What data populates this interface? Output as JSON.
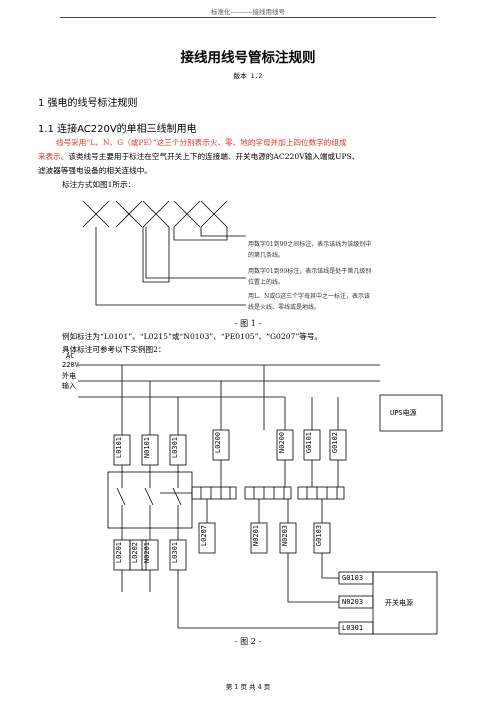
{
  "header": {
    "text": "标准化----------接线用线号"
  },
  "title": "接线用线号管标注规则",
  "version": "版本 1.2",
  "section1": "1  强电的线号标注规则",
  "section11": "1.1  连接AC220V的单相三线制用电",
  "paragraph": {
    "line1_red": "线号采用“L、N、G（或PE）”这三个分别表示火、零、地的字母并加上四位数字的组成",
    "line2_red": "来表示。",
    "line2_rest": "该类线号主要用于标注在空气开关上下的连接端、开关电源的AC220V输入端或UPS、",
    "line3": "滤波器等强电设备的相关连线中。",
    "line4": "标注方式如图1所示："
  },
  "fig1": {
    "note1a": "用数字01到99之间标注，表示该线为该级别中",
    "note1b": "的第几条线。",
    "note2a": "用数字01到99标注，表示该线是处于第几级别",
    "note2b": "位置上的线。",
    "note3a": "用L、N或G这三个字母其中之一标注，表示该",
    "note3b": "线是火线、零线或是地线。",
    "caption": "- 图 1 -"
  },
  "example": {
    "line1": "例如标注为“L0101”、“L0215”或“N0103”、“PE0105”、“G0207”等号。",
    "line2": "具体标注可参考以下实例图2："
  },
  "fig2": {
    "ac_label": "AC",
    "v_label": "220V",
    "ext_label": "外电",
    "input_label": "输入",
    "top_tags": [
      "L0101",
      "N0101",
      "L0301",
      "L0200",
      "N0200",
      "G0101",
      "G0102"
    ],
    "bottom_tags": [
      "L0201",
      "L0202",
      "N0201",
      "L0301",
      "L0207",
      "N0201",
      "N0203",
      "G0103"
    ],
    "ups_label": "UPS电源",
    "psu_label": "开关电源",
    "psu_tags": [
      "G0103",
      "N0203",
      "L0301"
    ],
    "caption": "- 图 2 -"
  },
  "footer": "第 1 页 共 4 页"
}
